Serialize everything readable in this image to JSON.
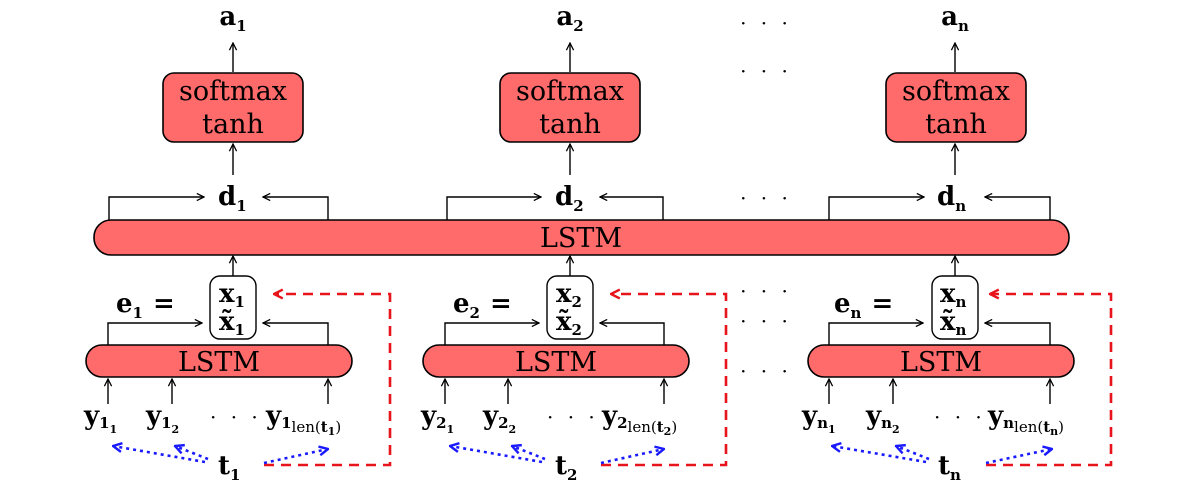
{
  "blocks": {
    "softmax_label": "softmax",
    "tanh_label": "tanh",
    "lstm_label": "LSTM"
  },
  "columns": [
    {
      "a": "a",
      "a_sub": "1",
      "d": "d",
      "d_sub": "1",
      "e": "e",
      "e_sub": "1",
      "equals": "=",
      "x": "x",
      "x_sub": "1",
      "xt": "x̃",
      "xt_sub": "1",
      "y": "y",
      "y1_sub": "1",
      "y1_subsub": "1",
      "y2_sub": "1",
      "y2_subsub": "2",
      "ylen_sub": "1",
      "len_label": "len(",
      "len_t": "t",
      "len_t_sub": "1",
      "len_close": ")",
      "ellipsis": "· · ·",
      "t": "t",
      "t_sub": "1"
    },
    {
      "a": "a",
      "a_sub": "2",
      "d": "d",
      "d_sub": "2",
      "e": "e",
      "e_sub": "2",
      "equals": "=",
      "x": "x",
      "x_sub": "2",
      "xt": "x̃",
      "xt_sub": "2",
      "y": "y",
      "y1_sub": "2",
      "y1_subsub": "1",
      "y2_sub": "2",
      "y2_subsub": "2",
      "ylen_sub": "2",
      "len_label": "len(",
      "len_t": "t",
      "len_t_sub": "2",
      "len_close": ")",
      "ellipsis": "· · ·",
      "t": "t",
      "t_sub": "2"
    },
    {
      "a": "a",
      "a_sub": "n",
      "d": "d",
      "d_sub": "n",
      "e": "e",
      "e_sub": "n",
      "equals": "=",
      "x": "x",
      "x_sub": "n",
      "xt": "x̃",
      "xt_sub": "n",
      "y": "y",
      "y1_sub": "n",
      "y1_subsub": "1",
      "y2_sub": "n",
      "y2_subsub": "2",
      "ylen_sub": "n",
      "len_label": "len(",
      "len_t": "t",
      "len_t_sub": "n",
      "len_close": ")",
      "ellipsis": "· · ·",
      "t": "t",
      "t_sub": "n"
    }
  ],
  "gap_dots": "· · ·",
  "colors": {
    "block_fill": "#ff6a6a",
    "dashed_red": "#e8141b",
    "dotted_blue": "#1a1aff"
  }
}
